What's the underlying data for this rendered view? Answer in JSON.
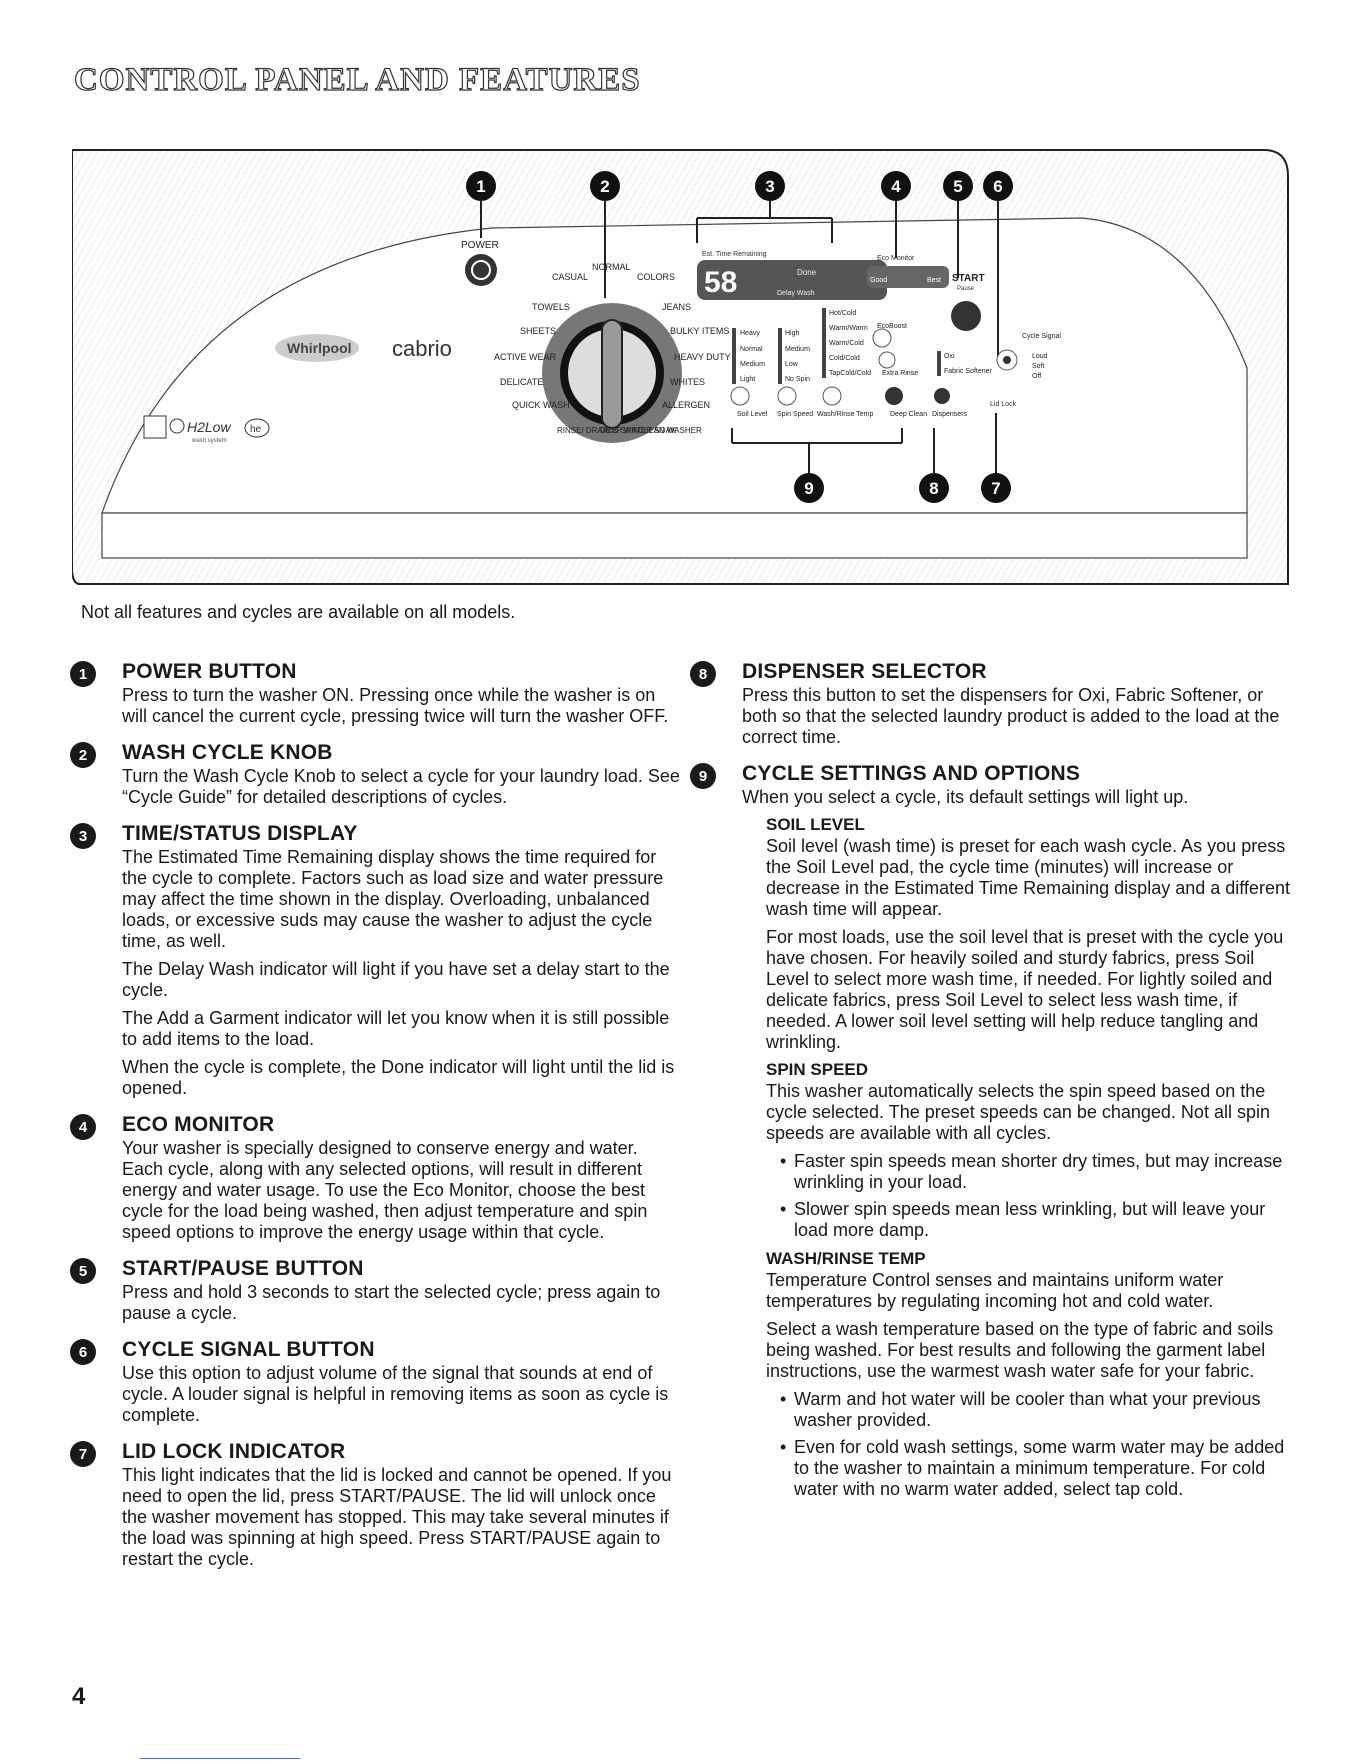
{
  "page_title": "CONTROL PANEL AND FEATURES",
  "note": "Not all features and cycles are available on all models.",
  "page_number": "4",
  "panel": {
    "callouts": [
      "1",
      "2",
      "3",
      "4",
      "5",
      "6",
      "9",
      "8",
      "7"
    ],
    "power_label": "POWER",
    "brand": "Whirlpool",
    "model": "cabrio",
    "h2low": "H2Low",
    "h2low_sub": "wash system",
    "he": "he",
    "knob_top_left": "CASUAL",
    "knob_top": "NORMAL",
    "knob_top_right": "COLORS",
    "knob_left": [
      "TOWELS",
      "SHEETS",
      "ACTIVE WEAR",
      "DELICATE",
      "QUICK WASH"
    ],
    "knob_right": [
      "JEANS",
      "BULKY ITEMS",
      "HEAVY DUTY",
      "WHITES",
      "ALLERGEN"
    ],
    "knob_bottom": [
      "RINSE/ DRAIN & SPIN",
      "DEEP WATER SOAK",
      "CLEAN WASHER"
    ],
    "est_time": "Est. Time Remaining",
    "display": "58",
    "done": "Done",
    "delay_wash": "Delay Wash",
    "eco_monitor": "Eco Monitor",
    "good": "Good",
    "best": "Best",
    "start": "START",
    "pause": "Pause",
    "soil_levels": [
      "Heavy",
      "Normal",
      "Medium",
      "Light"
    ],
    "spin_speeds": [
      "High",
      "Medium",
      "Low",
      "No Spin"
    ],
    "temps": [
      "Hot/Cold",
      "Warm/Warm",
      "Warm/Cold",
      "Cold/Cold",
      "TapCold/Cold"
    ],
    "ecoboost": "EcoBoost",
    "extra_rinse": "Extra Rinse",
    "dispensers": [
      "Oxi",
      "Fabric Softener"
    ],
    "cycle_signal": "Cycle Signal",
    "signal_levels": [
      "Loud",
      "Soft",
      "Off"
    ],
    "lid_lock": "Lid Lock",
    "bottom_labels": [
      "Soil Level",
      "Spin Speed",
      "Wash/Rinse Temp",
      "Deep Clean",
      "Dispensers"
    ]
  },
  "sections_left": [
    {
      "num": "1",
      "title": "POWER BUTTON",
      "paras": [
        "Press to turn the washer ON. Pressing once while the washer is on will cancel the current cycle, pressing twice will turn the washer OFF."
      ]
    },
    {
      "num": "2",
      "title": "WASH CYCLE KNOB",
      "paras": [
        "Turn the Wash Cycle Knob to select a cycle for your laundry load. See “Cycle Guide” for detailed descriptions of cycles."
      ]
    },
    {
      "num": "3",
      "title": "TIME/STATUS DISPLAY",
      "paras": [
        "The Estimated Time Remaining display shows the time required for the cycle to complete. Factors such as load size and water pressure may affect the time shown in the display. Overloading, unbalanced loads, or excessive suds may cause the washer to adjust the cycle time, as well.",
        "The Delay Wash indicator will light if you have set a delay start to the cycle.",
        "The Add a Garment indicator will let you know when it is still possible to add items to the load.",
        "When the cycle is complete, the Done indicator will light until the lid is opened."
      ]
    },
    {
      "num": "4",
      "title": "ECO MONITOR",
      "paras": [
        "Your washer is specially designed to conserve energy and water. Each cycle, along with any selected options, will result in different energy and water usage. To use the Eco Monitor, choose the best cycle for the load being washed, then adjust temperature and spin speed options to improve the energy usage within that cycle."
      ]
    },
    {
      "num": "5",
      "title": "START/PAUSE BUTTON",
      "paras": [
        "Press and hold 3 seconds to start the selected cycle; press again to pause a cycle."
      ]
    },
    {
      "num": "6",
      "title": "CYCLE SIGNAL BUTTON",
      "paras": [
        "Use this option to adjust volume of the signal that sounds at end of cycle. A louder signal is helpful in removing items as soon as cycle is complete."
      ]
    },
    {
      "num": "7",
      "title": "LID LOCK INDICATOR",
      "paras": [
        "This light indicates that the lid is locked and cannot be opened. If you need to open the lid, press START/PAUSE. The lid will unlock once the washer movement has stopped. This may take several minutes if the load was spinning at high speed. Press START/PAUSE again to restart the cycle."
      ]
    }
  ],
  "sections_right": [
    {
      "num": "8",
      "title": "DISPENSER SELECTOR",
      "paras": [
        "Press this button to set the dispensers for Oxi, Fabric Softener, or both so that the selected laundry product is added to the load at the correct time."
      ]
    },
    {
      "num": "9",
      "title": "CYCLE SETTINGS AND OPTIONS",
      "paras": [
        "When you select a cycle, its default settings will light up."
      ],
      "subs": [
        {
          "title": "SOIL LEVEL",
          "paras": [
            "Soil level (wash time) is preset for each wash cycle. As you press the Soil Level pad, the cycle time (minutes) will increase or decrease in the Estimated Time Remaining display and a different wash time will appear.",
            "For most loads, use the soil level that is preset with the cycle you have chosen. For heavily soiled and sturdy fabrics, press Soil Level to select more wash time, if needed. For lightly soiled and delicate fabrics, press Soil Level to select less wash time, if needed. A lower soil level setting will help reduce tangling and wrinkling."
          ],
          "bullets": []
        },
        {
          "title": "SPIN SPEED",
          "paras": [
            "This washer automatically selects the spin speed based on the cycle selected. The preset speeds can be changed. Not all spin speeds are available with all cycles."
          ],
          "bullets": [
            "Faster spin speeds mean shorter dry times, but may increase wrinkling in your load.",
            "Slower spin speeds mean less wrinkling, but will leave your load more damp."
          ]
        },
        {
          "title": "WASH/RINSE TEMP",
          "paras": [
            "Temperature Control senses and maintains uniform water temperatures by regulating incoming hot and cold water.",
            "Select a wash temperature based on the type of fabric and soils being washed. For best results and following the garment label instructions, use the warmest wash water safe for your fabric."
          ],
          "bullets": [
            "Warm and hot water will be cooler than what your previous washer provided.",
            "Even for cold wash settings, some warm water may be added to the washer to maintain a minimum temperature. For cold water with no warm water added, select tap cold."
          ]
        }
      ]
    }
  ]
}
